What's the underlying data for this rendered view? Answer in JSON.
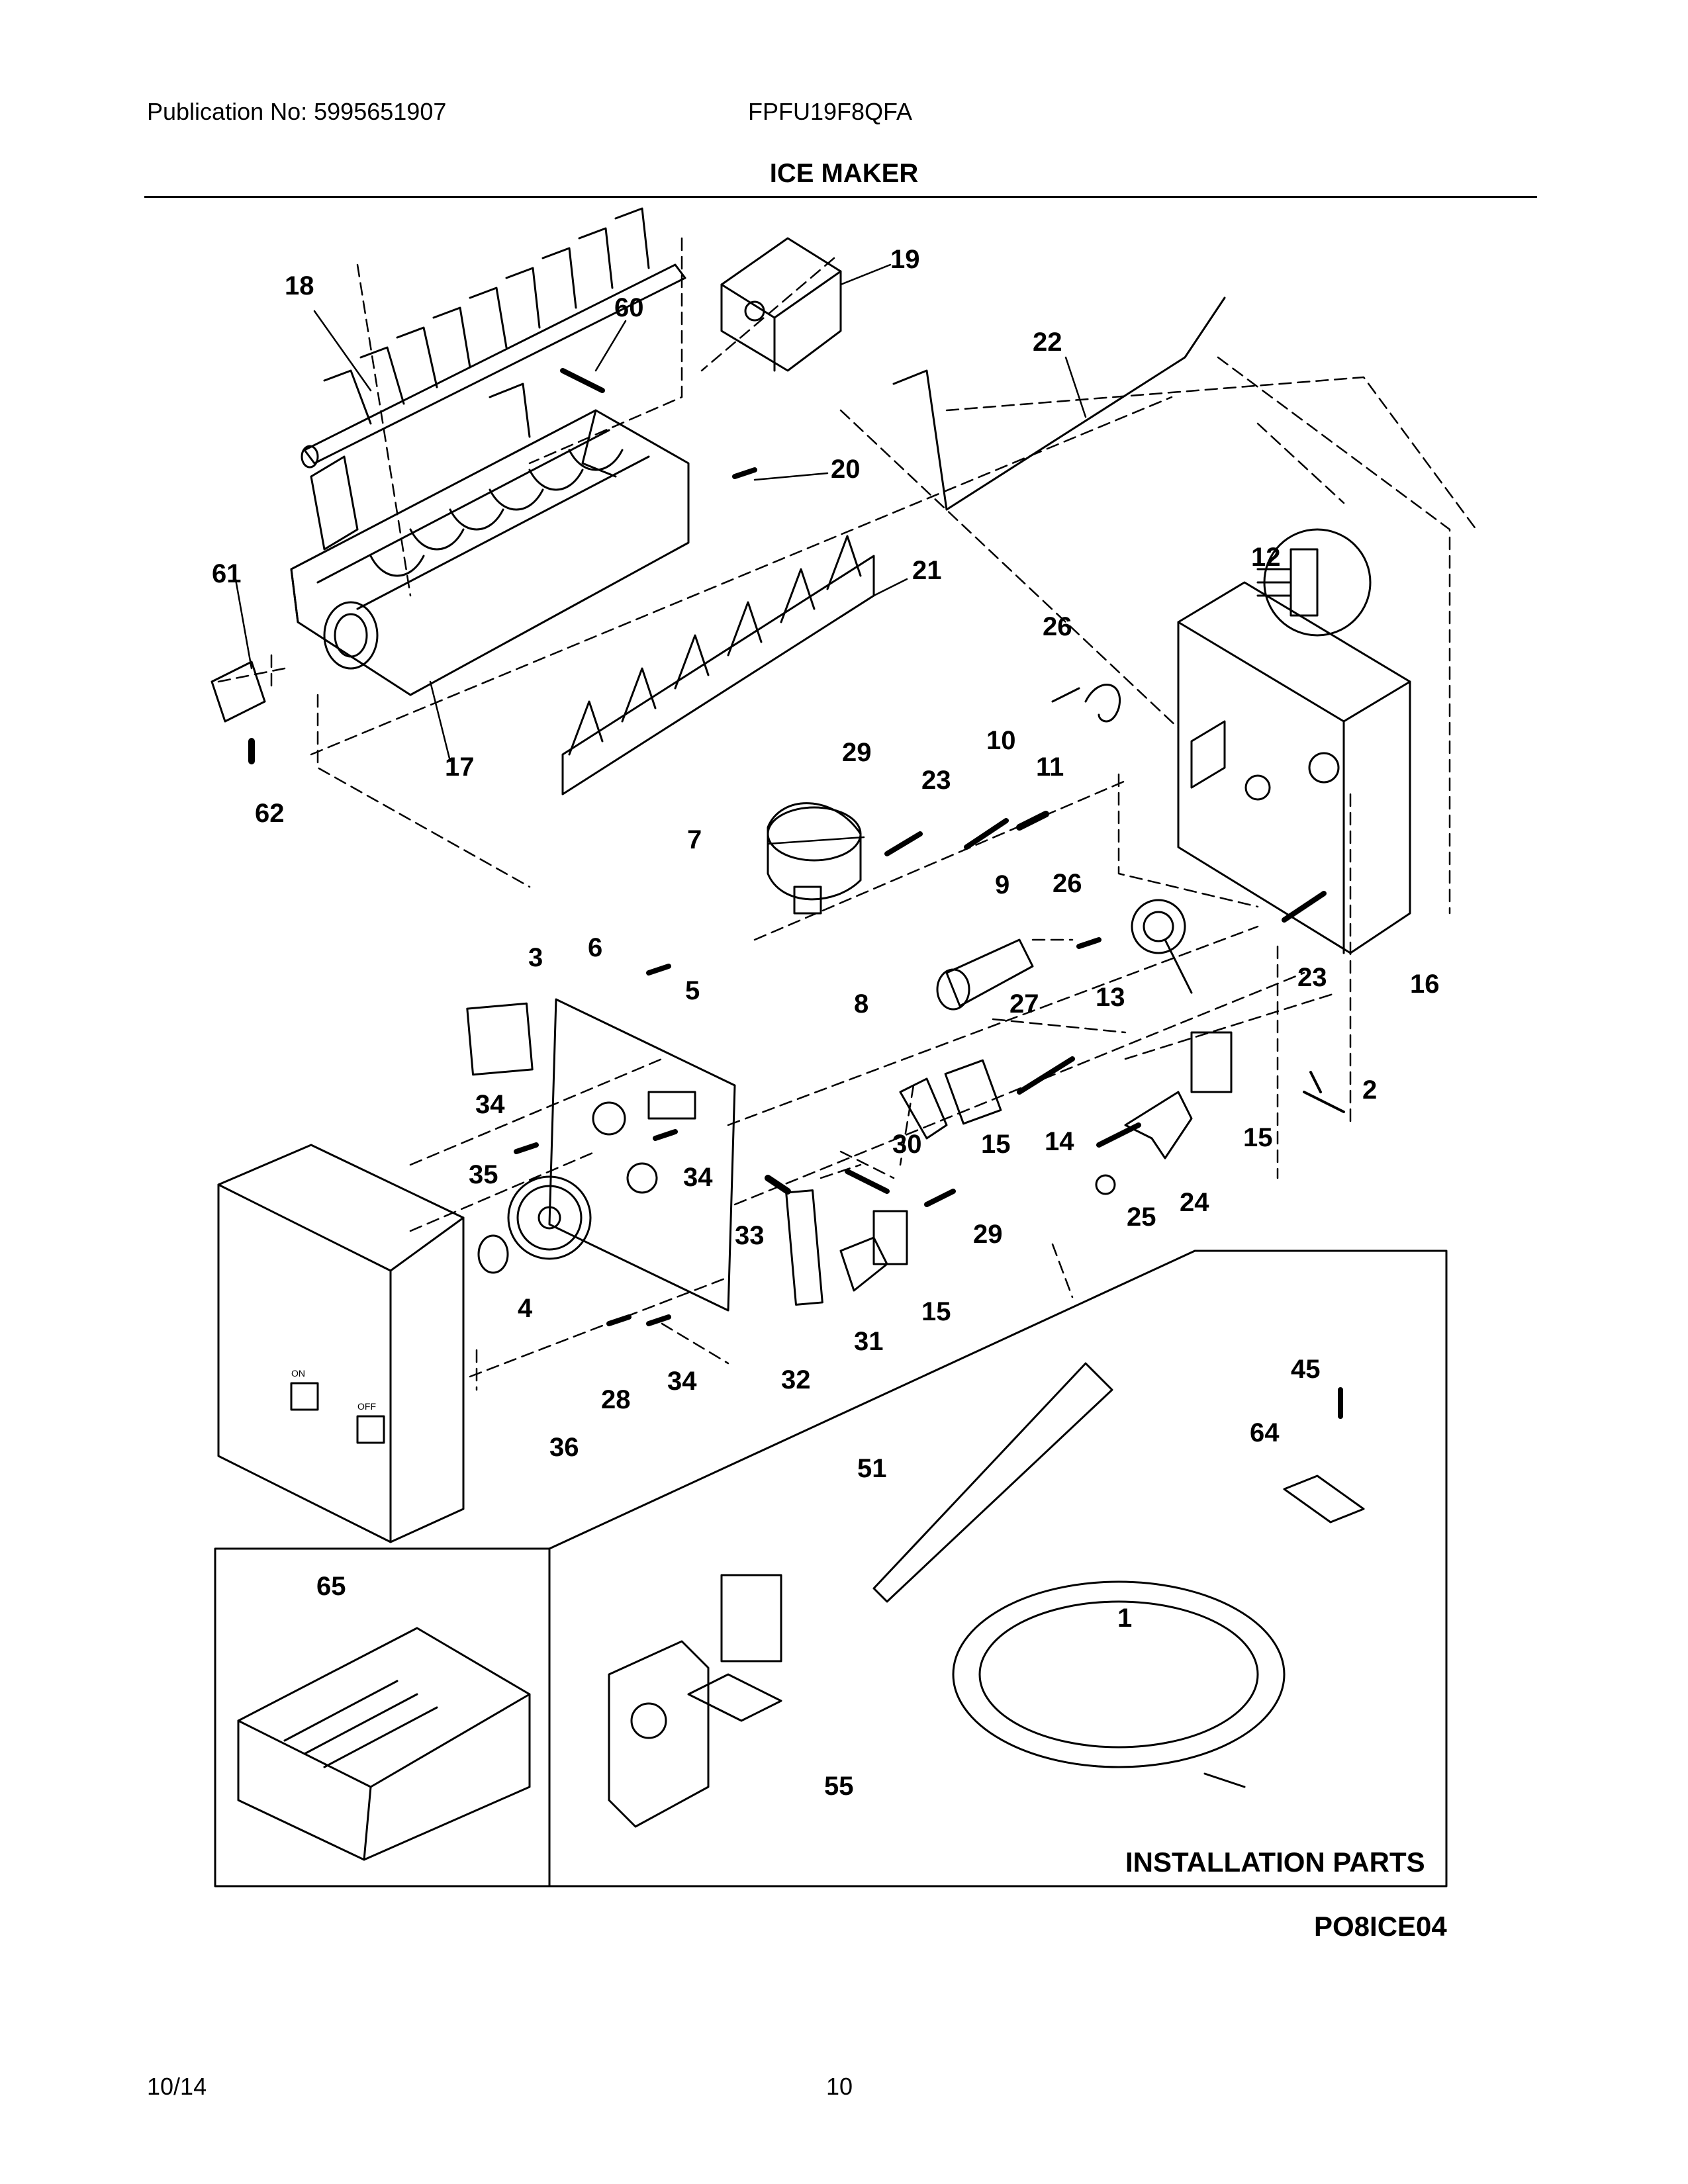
{
  "header": {
    "publication": "Publication No: 5995651907",
    "model": "FPFU19F8QFA",
    "title": "ICE MAKER"
  },
  "diagram": {
    "callouts": [
      "18",
      "60",
      "19",
      "22",
      "20",
      "21",
      "61",
      "12",
      "26",
      "10",
      "11",
      "17",
      "62",
      "29",
      "23",
      "7",
      "9",
      "26",
      "3",
      "6",
      "5",
      "13",
      "23",
      "16",
      "8",
      "27",
      "2",
      "34",
      "15",
      "14",
      "15",
      "35",
      "34",
      "30",
      "24",
      "33",
      "29",
      "25",
      "4",
      "15",
      "31",
      "28",
      "34",
      "32",
      "36",
      "45",
      "64",
      "51",
      "1",
      "65",
      "55"
    ],
    "installation_label": "INSTALLATION PARTS",
    "figure_code": "PO8ICE04",
    "switch_labels": {
      "on": "ON",
      "off": "OFF"
    }
  },
  "footer": {
    "date": "10/14",
    "page": "10"
  }
}
